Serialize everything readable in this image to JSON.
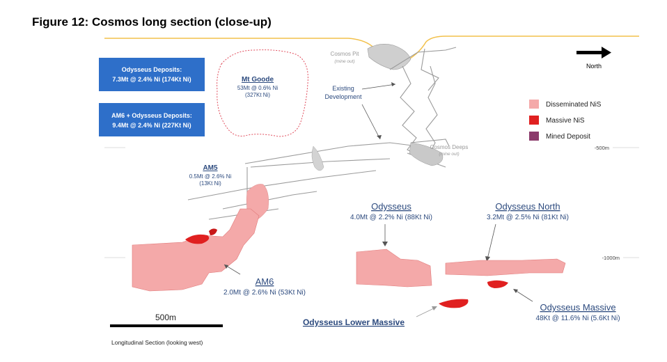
{
  "figure": {
    "title": "Figure 12: Cosmos long section (close-up)"
  },
  "boxes": [
    {
      "line1": "Odysseus Deposits:",
      "line2": "7.3Mt @ 2.4% Ni (174Kt Ni)"
    },
    {
      "line1": "AM6 + Odysseus Deposits:",
      "line2": "9.4Mt @ 2.4% Ni (227Kt Ni)"
    }
  ],
  "north": {
    "label": "North"
  },
  "pit": {
    "name": "Cosmos Pit",
    "status": "(mine out)"
  },
  "deeps": {
    "name": "Cosmos Deeps",
    "status": "(mine out)"
  },
  "existing_dev": {
    "line1": "Existing",
    "line2": "Development"
  },
  "deposits": {
    "mt_goode": {
      "name": "Mt Goode",
      "line1": "53Mt @ 0.6% Ni",
      "line2": "(327Kt Ni)"
    },
    "am5": {
      "name": "AM5",
      "line1": "0.5Mt @ 2.6% Ni",
      "line2": "(13Kt Ni)"
    },
    "am6": {
      "name": "AM6",
      "line1": "2.0Mt @ 2.6% Ni (53Kt Ni)"
    },
    "odysseus": {
      "name": "Odysseus",
      "line1": "4.0Mt @ 2.2% Ni (88Kt Ni)"
    },
    "odysseus_north": {
      "name": "Odysseus North",
      "line1": "3.2Mt @ 2.5% Ni (81Kt Ni)"
    },
    "odysseus_massive": {
      "name": "Odysseus Massive",
      "line1": "48Kt @ 11.6% Ni (5.6Kt Ni)"
    },
    "odysseus_lower_massive": {
      "name": "Odysseus Lower Massive"
    }
  },
  "legend": [
    {
      "label": "Disseminated NiS",
      "color": "#f4a9a9"
    },
    {
      "label": "Massive NiS",
      "color": "#e02020"
    },
    {
      "label": "Mined Deposit",
      "color": "#8b3a6b"
    }
  ],
  "depth_labels": {
    "d500": "-500m",
    "d1000": "-1000m"
  },
  "scale_bar": {
    "label": "500m"
  },
  "caption": "Longitudinal Section (looking west)",
  "colors": {
    "box_blue": "#2e6fc9",
    "surface": "#f2c04a",
    "annotation_blue": "#2c4a7e",
    "mt_goode_outline": "#e04a5a"
  }
}
